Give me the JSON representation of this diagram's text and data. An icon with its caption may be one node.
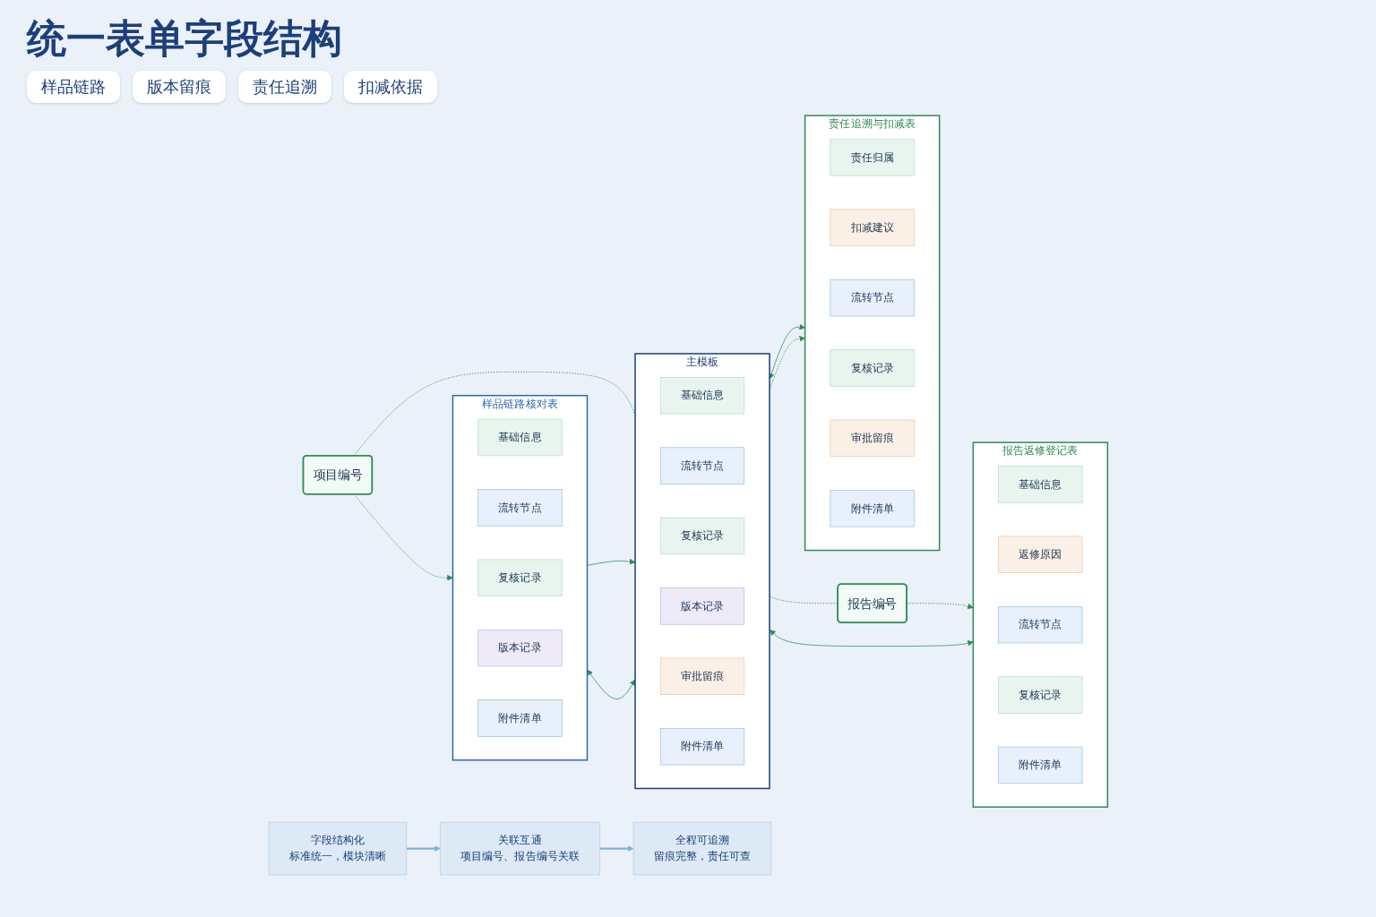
{
  "diagram": {
    "title": "统一表单字段结构",
    "nodes": [
      {
        "text": [
          "主模板"
        ]
      },
      {
        "text": [
          "基础信息"
        ],
        "in": 0
      },
      {
        "text": [
          "流转节点"
        ],
        "in": 0
      },
      {
        "text": [
          "复核记录"
        ],
        "in": 0
      },
      {
        "text": [
          "版本记录"
        ],
        "in": 0
      },
      {
        "text": [
          "审批留痕"
        ],
        "in": 0
      },
      {
        "text": [
          "附件清单"
        ],
        "in": 0
      },
      {
        "text": [
          "样品链路核对表"
        ]
      },
      {
        "text": [
          "基础信息"
        ],
        "in": 7
      },
      {
        "text": [
          "流转节点"
        ],
        "in": 7
      },
      {
        "text": [
          "复核记录"
        ],
        "in": 7
      },
      {
        "text": [
          "版本记录"
        ],
        "in": 7
      },
      {
        "text": [
          "附件清单"
        ],
        "in": 7
      },
      {
        "text": [
          "报告返修登记表"
        ]
      },
      {
        "text": [
          "基础信息"
        ],
        "in": 13
      },
      {
        "text": [
          "返修原因"
        ],
        "in": 13
      },
      {
        "text": [
          "流转节点"
        ],
        "in": 13
      },
      {
        "text": [
          "复核记录"
        ],
        "in": 13
      },
      {
        "text": [
          "附件清单"
        ],
        "in": 13
      },
      {
        "text": [
          "责任追溯与扣减表"
        ]
      },
      {
        "text": [
          "责任归属"
        ],
        "in": 19
      },
      {
        "text": [
          "扣减建议"
        ],
        "in": 19
      },
      {
        "text": [
          "流转节点"
        ],
        "in": 19
      },
      {
        "text": [
          "复核记录"
        ],
        "in": 19
      },
      {
        "text": [
          "审批留痕"
        ],
        "in": 19
      },
      {
        "text": [
          "附件清单"
        ],
        "in": 19
      },
      {
        "text": [
          "项目编号"
        ]
      },
      {
        "text": [
          "报告编号"
        ]
      },
      {
        "text": [
          "字段结构化",
          "标准统一，模块清晰"
        ]
      },
      {
        "text": [
          "关联互通",
          "项目编号、报告编号关联"
        ]
      },
      {
        "text": [
          "全程可追溯",
          "留痕完整，责任可查"
        ]
      }
    ],
    "edges": [
      {
        "from": 26,
        "to": 0,
        "arrow": "none",
        "style": "dashed"
      },
      {
        "from": 26,
        "to": 7,
        "arrow": "to",
        "style": "dashed"
      },
      {
        "from": 7,
        "to": 0,
        "arrow": "to"
      },
      {
        "from": 7,
        "to": 0,
        "arrow": "both"
      },
      {
        "from": 0,
        "to": 27,
        "arrow": "none",
        "style": "dashed"
      },
      {
        "from": 27,
        "to": 13,
        "arrow": "to",
        "style": "dashed"
      },
      {
        "from": 0,
        "to": 13,
        "arrow": "both"
      },
      {
        "from": 0,
        "to": 19,
        "arrow": "both"
      },
      {
        "from": 0,
        "to": 19,
        "arrow": "to",
        "style": "dashed"
      },
      {
        "from": 28,
        "to": 29,
        "arrow": "to",
        "color": "#7fb0dc"
      },
      {
        "from": 29,
        "to": 30,
        "arrow": "to",
        "color": "#7fb0dc"
      }
    ],
    "labels": [
      "样品链路",
      "版本留痕",
      "责任追溯",
      "扣减依据"
    ]
  }
}
